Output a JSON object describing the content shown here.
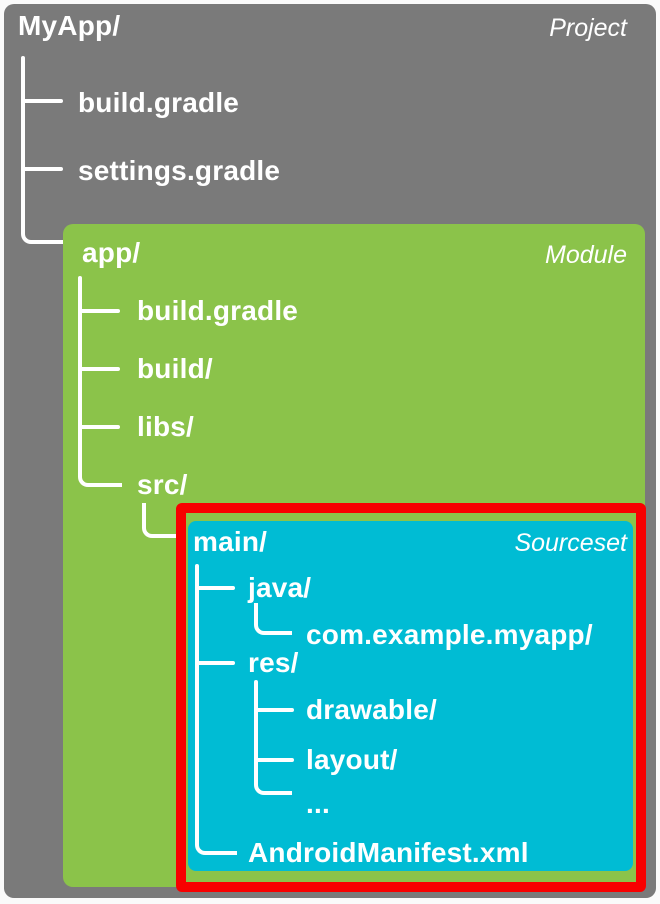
{
  "colors": {
    "background": "#fafafa",
    "project-gray": "#7a7a7a",
    "module-green": "#8bc34a",
    "sourceset-cyan": "#00bcd4",
    "highlight-red": "#f80000",
    "line": "#ffffff"
  },
  "project": {
    "name": "MyApp/",
    "badge": "Project",
    "items": [
      "build.gradle",
      "settings.gradle"
    ]
  },
  "module": {
    "name": "app/",
    "badge": "Module",
    "items": [
      "build.gradle",
      "build/",
      "libs/",
      "src/"
    ]
  },
  "sourceset": {
    "name": "main/",
    "badge": "Sourceset",
    "java": "java/",
    "java_child": "com.example.myapp/",
    "res": "res/",
    "res_children": [
      "drawable/",
      "layout/",
      "..."
    ],
    "manifest": "AndroidManifest.xml"
  }
}
